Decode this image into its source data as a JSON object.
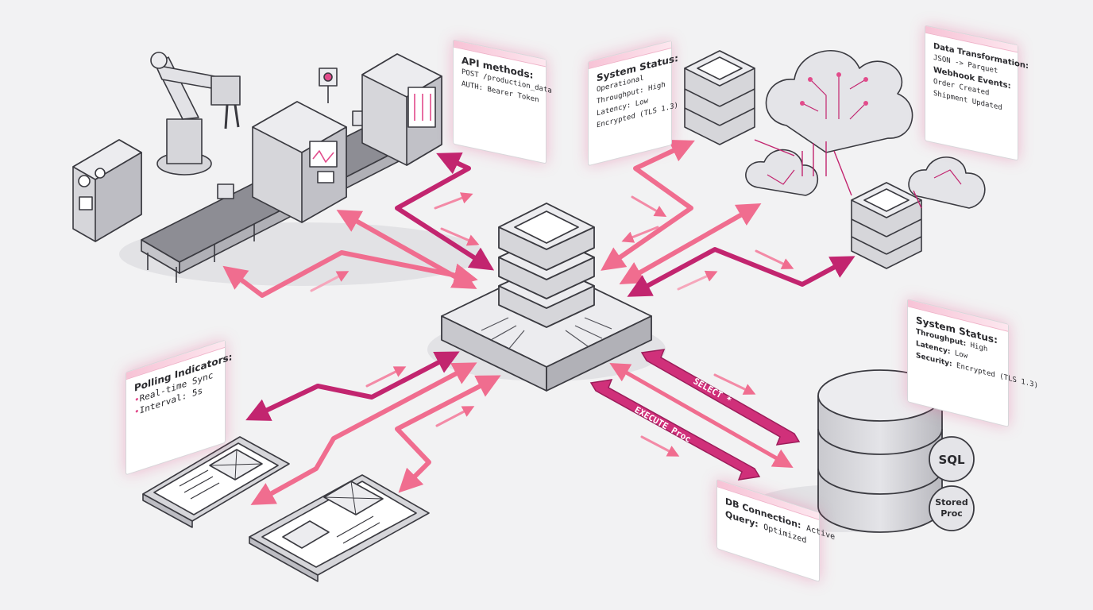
{
  "colors": {
    "arrow_light": "#f06d8f",
    "arrow_dark": "#c2256f",
    "device_fill": "#d6d6da",
    "device_stroke": "#3a3a40"
  },
  "cards": {
    "api": {
      "title": "API methods:",
      "lines": [
        "POST /production_data",
        "AUTH: Bearer Token"
      ]
    },
    "status_top": {
      "title": "System Status:",
      "lines": [
        "Operational",
        "Throughput: High",
        "Latency: Low",
        "Encrypted (TLS 1.3)"
      ]
    },
    "transform": {
      "title": "Data Transformation:",
      "line1": "JSON -> Parquet",
      "title2": "Webhook Events:",
      "lines": [
        "Order Created",
        "Shipment Updated"
      ]
    },
    "polling": {
      "title": "Polling Indicators:",
      "lines": [
        "Real-time Sync",
        "Interval: 5s"
      ]
    },
    "status_right": {
      "title": "System Status:",
      "rows": [
        {
          "k": "Throughput:",
          "v": "High"
        },
        {
          "k": "Latency:",
          "v": "Low"
        },
        {
          "k": "Security:",
          "v": "Encrypted (TLS 1.3)"
        }
      ]
    },
    "db": {
      "rows": [
        {
          "k": "DB Connection:",
          "v": "Active"
        },
        {
          "k": "Query:",
          "v": "Optimized"
        }
      ]
    }
  },
  "arrow_labels": {
    "select": "SELECT *",
    "execute": "EXECUTE Proc"
  },
  "database_badges": {
    "sql": "SQL",
    "stored_line1": "Stored",
    "stored_line2": "Proc"
  }
}
